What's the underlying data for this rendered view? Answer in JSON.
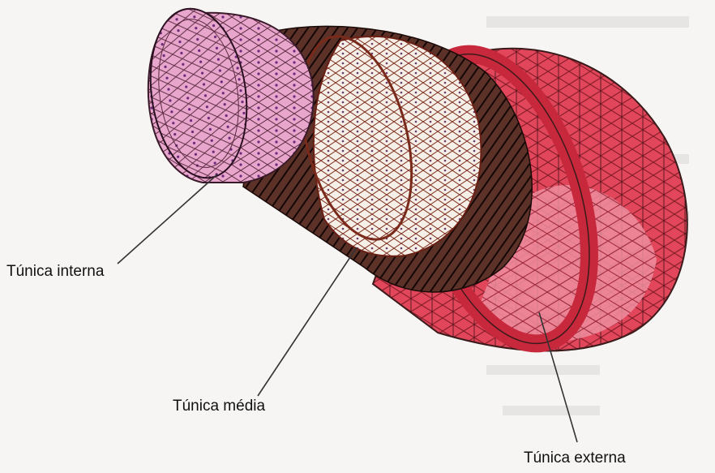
{
  "labels": {
    "interna": "Túnica interna",
    "media": "Túnica média",
    "externa": "Túnica externa"
  },
  "colors": {
    "interna": "#e6a3c8",
    "media": "#f4ece4",
    "muscle_fibers": "#2a1410",
    "externa": "#e4485c",
    "externa_inner": "#ef7e8d",
    "outline": "#3a1a1a"
  }
}
